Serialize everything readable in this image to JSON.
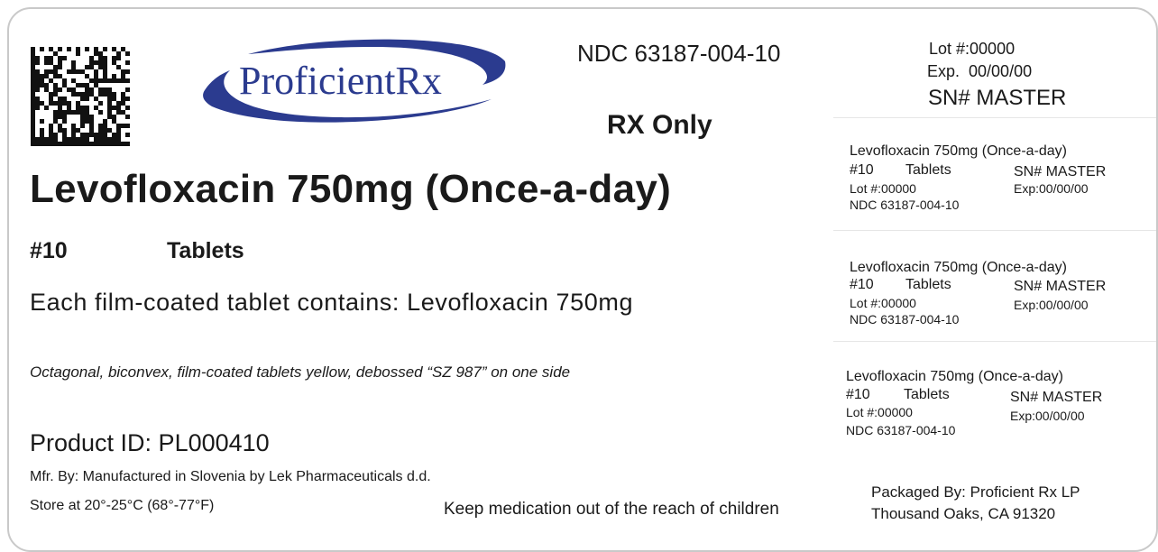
{
  "brand": {
    "name": "ProficientRx"
  },
  "ndc": "NDC 63187-004-10",
  "rx_only": "RX Only",
  "product": {
    "title": "Levofloxacin 750mg (Once-a-day)",
    "count": "#10",
    "form": "Tablets",
    "contains": "Each film-coated tablet contains: Levofloxacin 750mg",
    "description": "Octagonal, biconvex, film-coated tablets yellow, debossed “SZ 987” on one side",
    "product_id": "Product ID: PL000410",
    "manufacturer": "Mfr. By: Manufactured in Slovenia by Lek Pharmaceuticals d.d.",
    "storage": "Store at 20°-25°C (68°-77°F)",
    "warning": "Keep medication out of the reach of children"
  },
  "lot_block": {
    "lot": "Lot #:00000",
    "exp": "Exp.  00/00/00",
    "sn": "SN# MASTER"
  },
  "stubs": [
    {
      "title": "Levofloxacin 750mg (Once-a-day)",
      "count": "#10",
      "form": "Tablets",
      "sn": "SN# MASTER",
      "lot": "Lot #:00000",
      "exp": "Exp:00/00/00",
      "ndc": "NDC 63187-004-10"
    },
    {
      "title": "Levofloxacin 750mg (Once-a-day)",
      "count": "#10",
      "form": "Tablets",
      "sn": "SN# MASTER",
      "lot": "Lot #:00000",
      "exp": "Exp:00/00/00",
      "ndc": "NDC 63187-004-10"
    },
    {
      "title": "Levofloxacin 750mg (Once-a-day)",
      "count": "#10",
      "form": "Tablets",
      "sn": "SN# MASTER",
      "lot": "Lot #:00000",
      "exp": "Exp:00/00/00",
      "ndc": "NDC 63187-004-10"
    }
  ],
  "packager": {
    "line1": "Packaged By: Proficient Rx LP",
    "line2": "Thousand Oaks, CA 91320"
  },
  "colors": {
    "logo_blue": "#2b3b8f",
    "text": "#1a1a1a"
  },
  "icons": [
    "datamatrix-code-icon",
    "proficientrx-logo-swoosh-icon"
  ]
}
